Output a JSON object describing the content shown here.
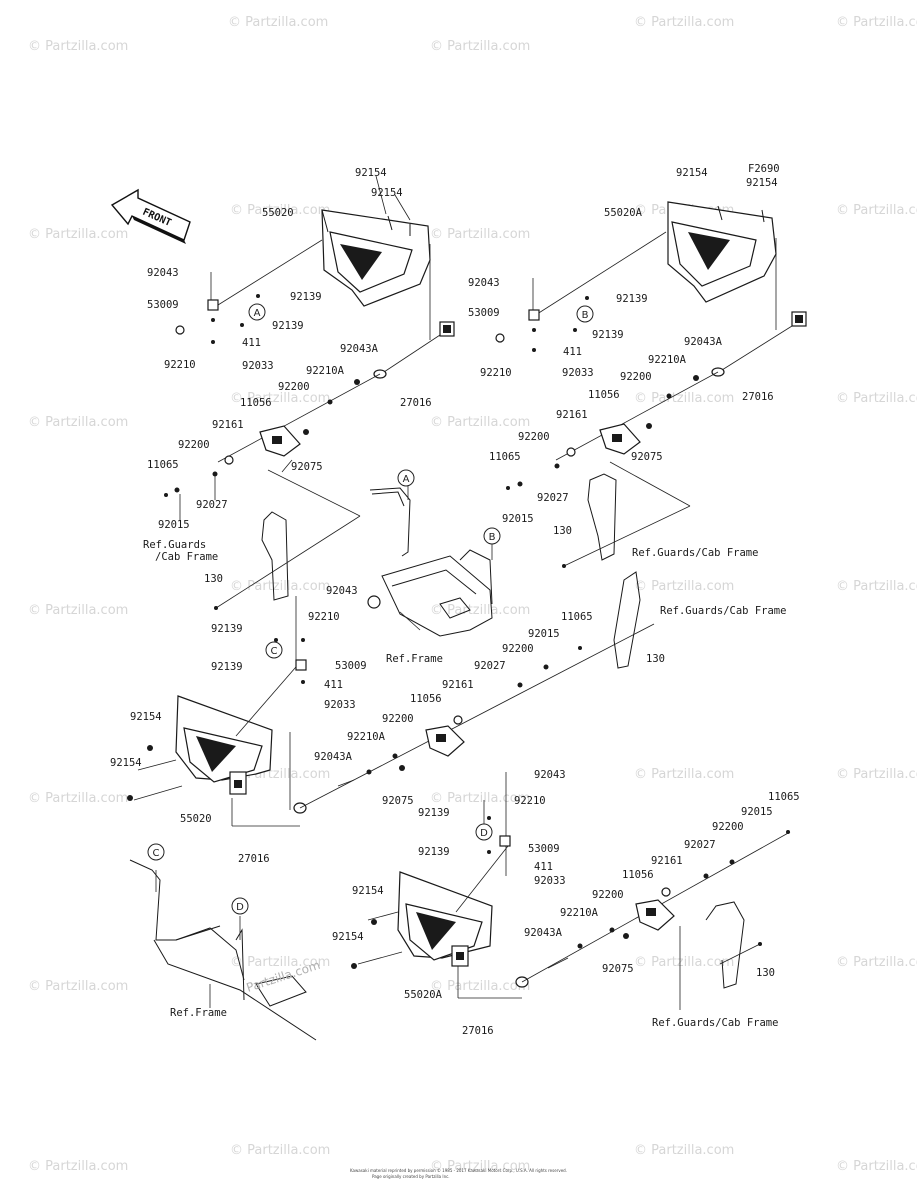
{
  "watermark": "© Partzilla.com",
  "partzilla_logo": "Partzilla.com",
  "front_label": "FRONT",
  "footer": [
    "Kawasaki material reprinted by permission © 1985 - 2017 Kawasaki Motors Corp., U.S.A. All rights reserved.",
    "Page originally created by Partzilla Inc."
  ],
  "callouts": [
    "A",
    "B",
    "C",
    "D",
    "A",
    "B",
    "C",
    "D"
  ],
  "labels": [
    "92154",
    "92154",
    "55020",
    "92043",
    "92139",
    "53009",
    "92139",
    "411",
    "92210",
    "92033",
    "92043A",
    "92210A",
    "92200",
    "27016",
    "11056",
    "92161",
    "92200",
    "92075",
    "11065",
    "92027",
    "92015",
    "Ref.Guards",
    "/Cab Frame",
    "130",
    "92154",
    "F2690",
    "92154",
    "55020A",
    "92043",
    "92139",
    "53009",
    "92139",
    "411",
    "92210",
    "92033",
    "92043A",
    "92210A",
    "92200",
    "27016",
    "11056",
    "92161",
    "92200",
    "92075",
    "11065",
    "92027",
    "92015",
    "130",
    "Ref.Guards/Cab Frame",
    "Ref.Frame",
    "92043",
    "92210",
    "92139",
    "53009",
    "92139",
    "411",
    "92033",
    "11065",
    "92015",
    "92200",
    "92027",
    "92161",
    "11056",
    "92200",
    "92210A",
    "92043A",
    "92075",
    "Ref.Guards/Cab Frame",
    "130",
    "92154",
    "92154",
    "55020",
    "27016",
    "92043",
    "92210",
    "92139",
    "53009",
    "92139",
    "411",
    "92033",
    "11065",
    "92015",
    "92200",
    "92027",
    "92161",
    "11056",
    "92200",
    "92210A",
    "92043A",
    "92075",
    "92154",
    "92154",
    "55020A",
    "27016",
    "130",
    "Ref.Guards/Cab Frame",
    "Ref.Frame"
  ]
}
